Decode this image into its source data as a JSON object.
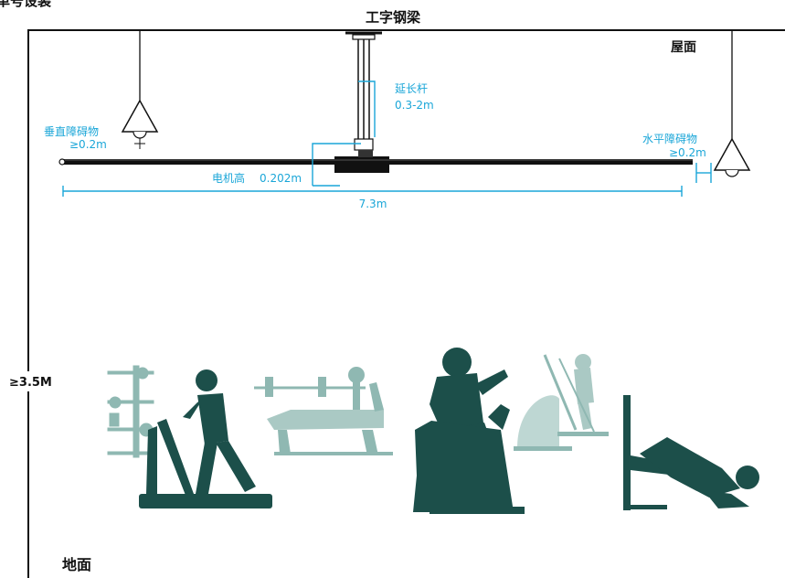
{
  "title_top_left": "单号设装",
  "beam_label": "工字钢梁",
  "roof_label": "屋面",
  "floor_label": "地面",
  "height_label": "≥3.5M",
  "extension_rod": {
    "label": "延长杆",
    "value": "0.3-2m"
  },
  "vertical_obstacle": {
    "label": "垂直障碍物",
    "value": "≥0.2m"
  },
  "horizontal_obstacle": {
    "label": "水平障碍物",
    "value": "≥0.2m"
  },
  "motor_height": {
    "label": "电机高",
    "value": "0.202m"
  },
  "blade_span": "7.3m",
  "colors": {
    "dimension": "#1aa6d8",
    "silhouette": "#1c4f4a",
    "silhouette_light": "#8fb8b2",
    "line": "#111111"
  },
  "icons": [
    "ceiling-lamp-icon",
    "hvls-fan-icon",
    "treadmill-runner-icon",
    "weight-rack-icon",
    "bench-press-icon",
    "exercise-bike-icon",
    "elliptical-trainer-icon",
    "roman-chair-icon"
  ]
}
